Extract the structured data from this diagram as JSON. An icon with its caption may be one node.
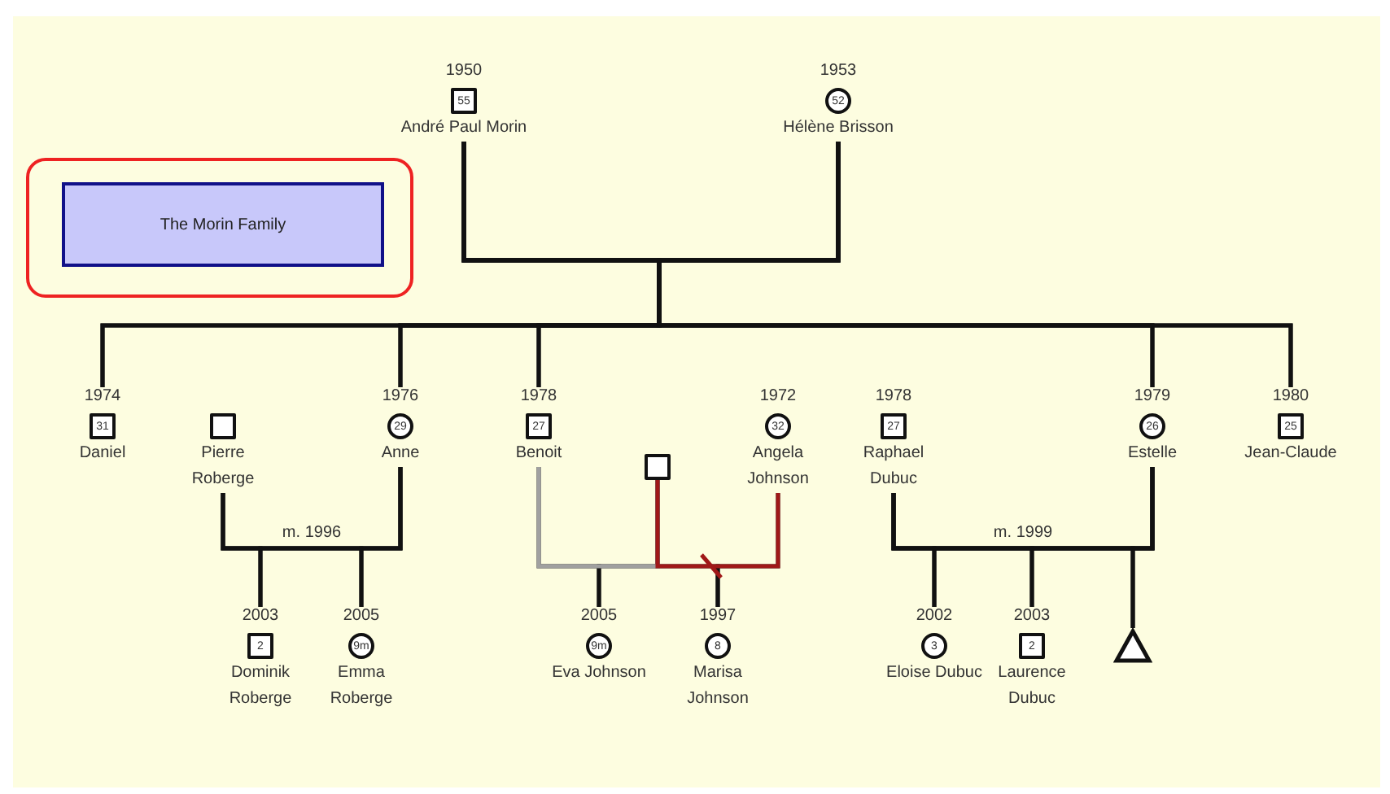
{
  "diagram": {
    "nodes": [
      {
        "text": [],
        "shape": "box"
      },
      {
        "text": [
          "The Morin Family"
        ],
        "in": 0
      },
      {
        "text": [
          "55"
        ],
        "beside": [
          "1950",
          "André Paul Morin"
        ]
      },
      {
        "text": [
          "52"
        ],
        "beside": [
          "1953",
          "Hélène Brisson"
        ]
      },
      {
        "text": [
          "31"
        ],
        "beside": [
          "1974",
          "Daniel"
        ]
      },
      {
        "text": [],
        "shape": "square",
        "beside": [
          "Pierre Roberge"
        ]
      },
      {
        "text": [
          "29"
        ],
        "beside": [
          "1976",
          "Anne"
        ]
      },
      {
        "text": [
          "27"
        ],
        "beside": [
          "1978",
          "Benoit"
        ]
      },
      {
        "text": [],
        "shape": "square"
      },
      {
        "text": [
          "32"
        ],
        "beside": [
          "1972",
          "Angela Johnson"
        ]
      },
      {
        "text": [
          "27"
        ],
        "beside": [
          "1978",
          "Raphael Dubuc"
        ]
      },
      {
        "text": [
          "26"
        ],
        "beside": [
          "1979",
          "Estelle"
        ]
      },
      {
        "text": [
          "25"
        ],
        "beside": [
          "1980",
          "Jean-Claude"
        ]
      },
      {
        "text": [
          "2"
        ],
        "beside": [
          "2003",
          "Dominik Roberge"
        ]
      },
      {
        "text": [
          "9m"
        ],
        "beside": [
          "2005",
          "Emma Roberge"
        ]
      },
      {
        "text": [
          "9m"
        ],
        "beside": [
          "2005",
          "Eva Johnson"
        ]
      },
      {
        "text": [
          "8"
        ],
        "beside": [
          "1997",
          "Marisa Johnson"
        ]
      },
      {
        "text": [
          "3"
        ],
        "beside": [
          "2002",
          "Eloise Dubuc"
        ]
      },
      {
        "text": [
          "2"
        ],
        "beside": [
          "2003",
          "Laurence Dubuc"
        ]
      },
      {
        "text": [],
        "shape": "triangle"
      }
    ],
    "edges": [
      {
        "from": 2,
        "to": 3,
        "arrow": "none"
      },
      {
        "from": 2,
        "to": 4,
        "arrow": "none"
      },
      {
        "from": 2,
        "to": 6,
        "arrow": "none"
      },
      {
        "from": 2,
        "to": 7,
        "arrow": "none"
      },
      {
        "from": 2,
        "to": 11,
        "arrow": "none"
      },
      {
        "from": 2,
        "to": 12,
        "arrow": "none"
      },
      {
        "from": 3,
        "to": 4,
        "arrow": "none"
      },
      {
        "from": 3,
        "to": 6,
        "arrow": "none"
      },
      {
        "from": 3,
        "to": 7,
        "arrow": "none"
      },
      {
        "from": 3,
        "to": 11,
        "arrow": "none"
      },
      {
        "from": 3,
        "to": 12,
        "arrow": "none"
      },
      {
        "from": 5,
        "to": 6,
        "arrow": "none",
        "label": "m. 1996"
      },
      {
        "from": 5,
        "to": 13,
        "arrow": "none"
      },
      {
        "from": 5,
        "to": 14,
        "arrow": "none"
      },
      {
        "from": 6,
        "to": 13,
        "arrow": "none"
      },
      {
        "from": 6,
        "to": 14,
        "arrow": "none"
      },
      {
        "from": 7,
        "to": 8,
        "arrow": "none",
        "color": "#a0a0a0"
      },
      {
        "from": 8,
        "to": 9,
        "arrow": "none",
        "color": "#a01818"
      },
      {
        "from": 7,
        "to": 15,
        "arrow": "none"
      },
      {
        "from": 8,
        "to": 15,
        "arrow": "none"
      },
      {
        "from": 8,
        "to": 16,
        "arrow": "none"
      },
      {
        "from": 9,
        "to": 16,
        "arrow": "none"
      },
      {
        "from": 10,
        "to": 11,
        "arrow": "none",
        "label": "m. 1999"
      },
      {
        "from": 10,
        "to": 17,
        "arrow": "none"
      },
      {
        "from": 10,
        "to": 18,
        "arrow": "none"
      },
      {
        "from": 10,
        "to": 19,
        "arrow": "none"
      },
      {
        "from": 11,
        "to": 17,
        "arrow": "none"
      },
      {
        "from": 11,
        "to": 18,
        "arrow": "none"
      },
      {
        "from": 11,
        "to": 19,
        "arrow": "none"
      }
    ]
  }
}
